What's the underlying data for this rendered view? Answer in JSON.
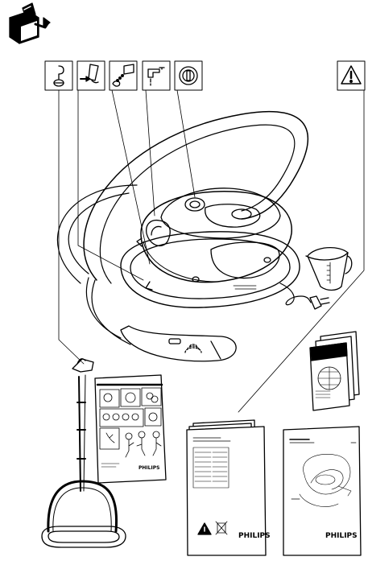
{
  "box_icon": "unpacking-box-icon",
  "symbols": [
    {
      "name": "hanger-hook-icon"
    },
    {
      "name": "fill-water-icon"
    },
    {
      "name": "water-pour-icon"
    },
    {
      "name": "tap-water-icon"
    },
    {
      "name": "power-button-icon"
    },
    {
      "name": "warning-triangle-icon"
    }
  ],
  "brand_small": "PHILIPS",
  "brand_booklet": "PHILIPS",
  "brand_guide": "PHILIPS",
  "leaflet_title": "PHILIPS"
}
